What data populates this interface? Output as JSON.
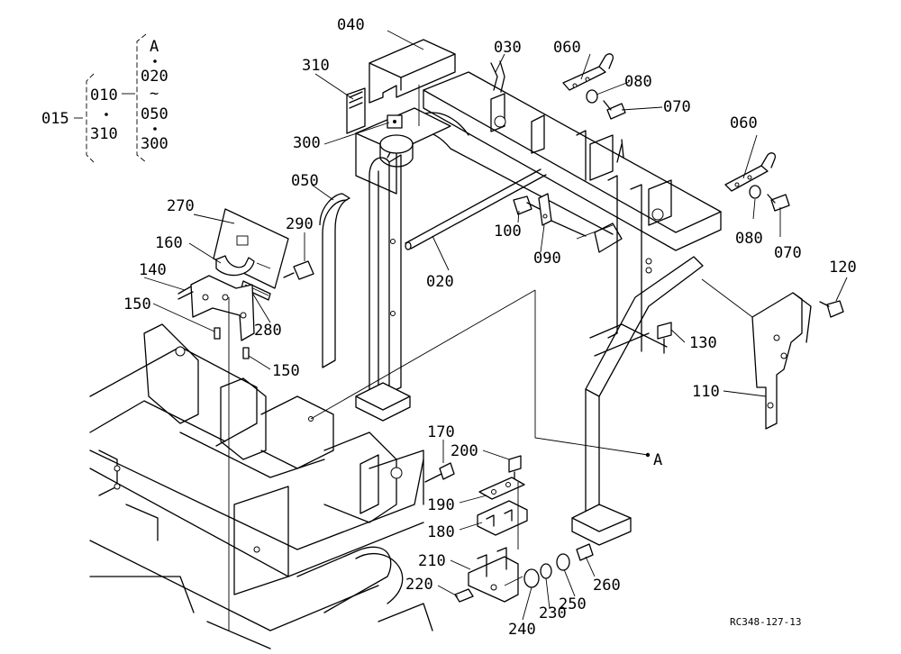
{
  "legend": {
    "root": "015",
    "group_a": [
      "010",
      "310"
    ],
    "group_b": [
      "A",
      "020",
      "050",
      "300"
    ],
    "range_mark": "~"
  },
  "parts": {
    "p040": "040",
    "p030": "030",
    "p060a": "060",
    "p080a": "080",
    "p070a": "070",
    "p310": "310",
    "p300": "300",
    "p060b": "060",
    "p050": "050",
    "p270": "270",
    "p290": "290",
    "p100": "100",
    "p090": "090",
    "p080b": "080",
    "p070b": "070",
    "p160": "160",
    "p020": "020",
    "p120": "120",
    "p140": "140",
    "p280": "280",
    "p150a": "150",
    "p130": "130",
    "p150b": "150",
    "p110": "110",
    "p170": "170",
    "p200": "200",
    "pA": "A",
    "p190": "190",
    "p180": "180",
    "p210": "210",
    "p220": "220",
    "p260": "260",
    "p250": "250",
    "p240": "240",
    "p230": "230"
  },
  "ref_code": "RC348-127-13"
}
